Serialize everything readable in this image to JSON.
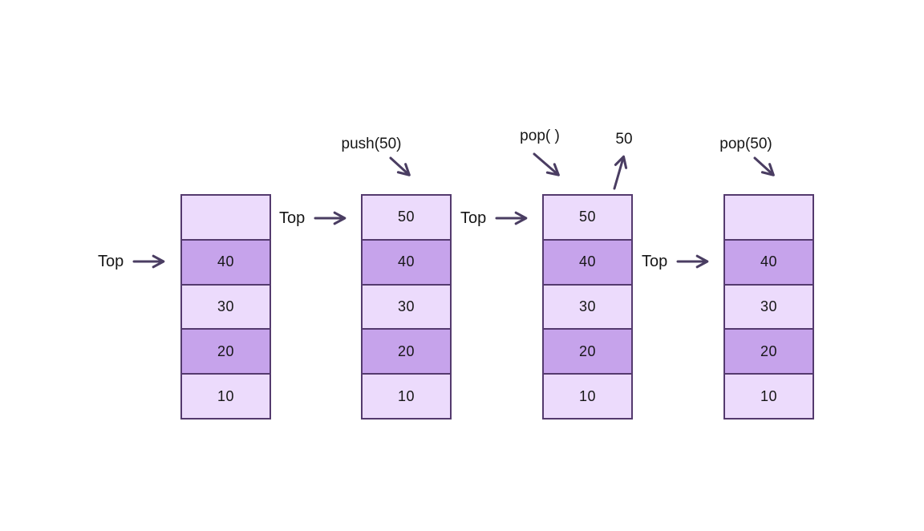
{
  "top_label": "Top",
  "colors": {
    "cell_light": "#ECDBFC",
    "cell_dark": "#C6A3EB",
    "border": "#543A6E",
    "arrow": "#4A3D62",
    "text": "#161616",
    "background": "#FFFFFF"
  },
  "stacks": [
    {
      "name": "initial",
      "cells": [
        "",
        "40",
        "30",
        "20",
        "10"
      ],
      "top_points_to": "40"
    },
    {
      "name": "after-push",
      "operation": "push(50)",
      "cells": [
        "50",
        "40",
        "30",
        "20",
        "10"
      ],
      "top_points_to": "50"
    },
    {
      "name": "pop-call",
      "operation": "pop( )",
      "popped_value": "50",
      "cells": [
        "50",
        "40",
        "30",
        "20",
        "10"
      ],
      "top_points_to": "50"
    },
    {
      "name": "after-pop",
      "operation": "pop(50)",
      "cells": [
        "",
        "40",
        "30",
        "20",
        "10"
      ],
      "top_points_to": "40"
    }
  ]
}
